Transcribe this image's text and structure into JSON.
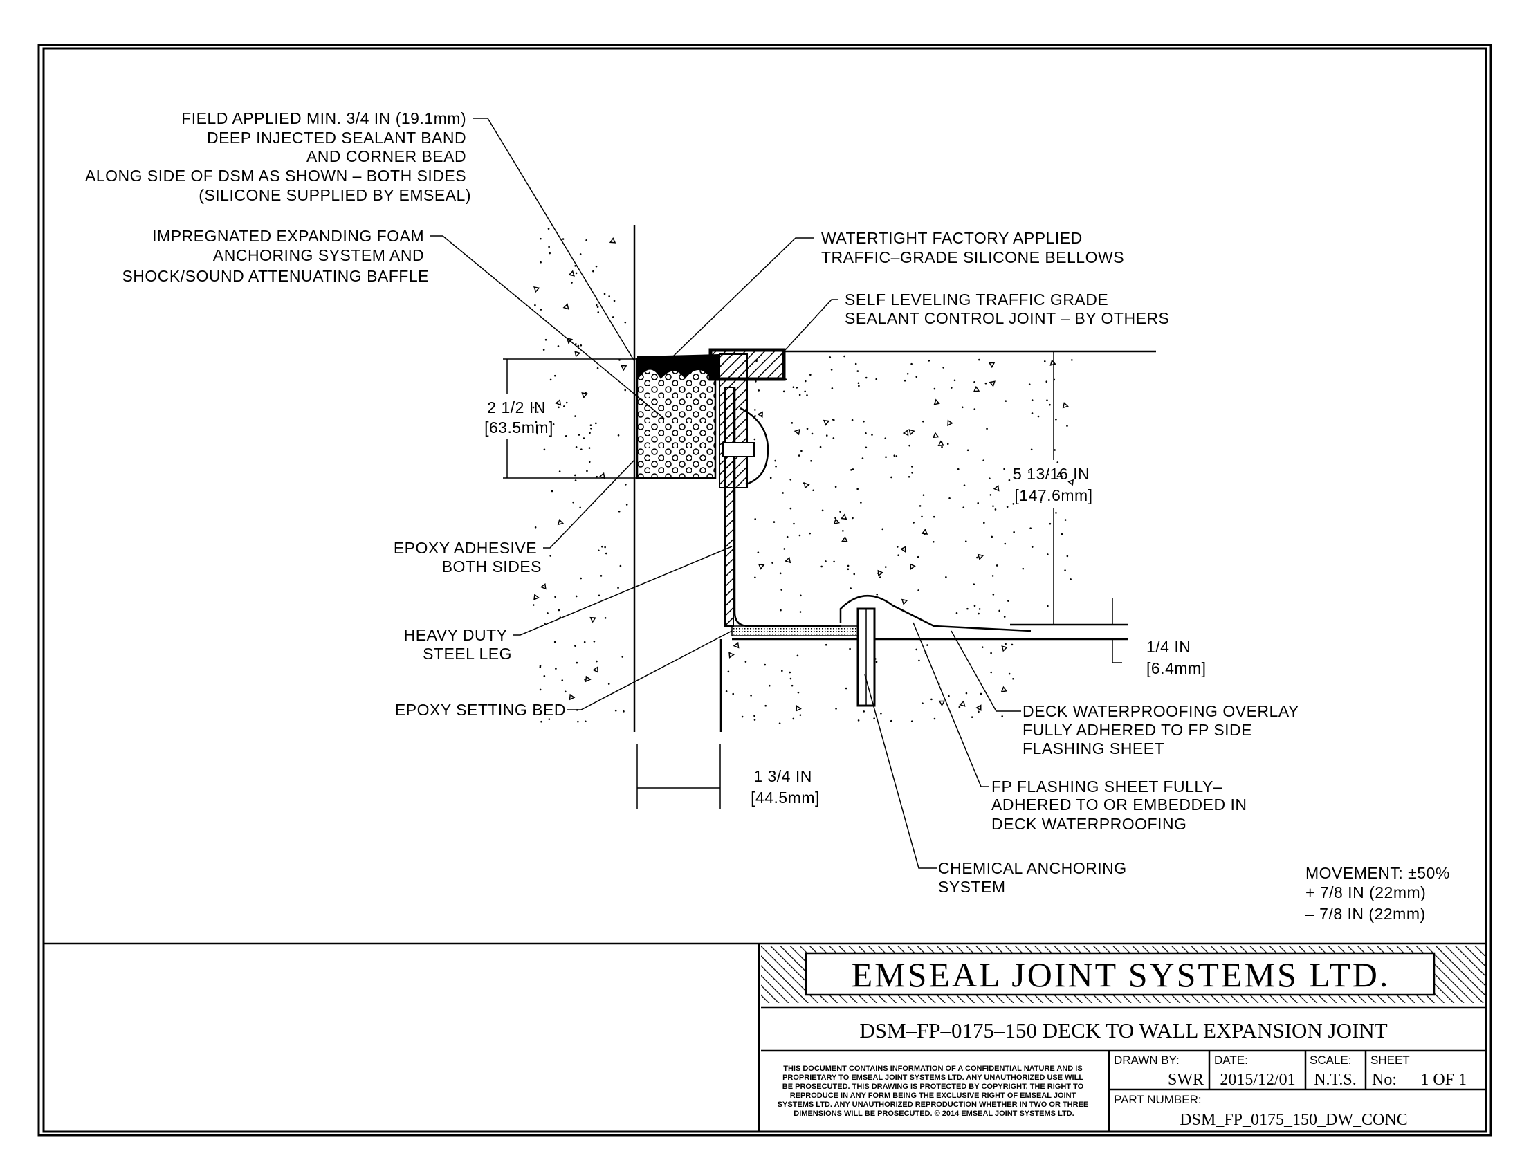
{
  "drawing": {
    "labels": {
      "sealant_band": [
        "FIELD APPLIED MIN. 3/4 IN (19.1mm)",
        "DEEP INJECTED SEALANT BAND",
        "AND CORNER BEAD",
        "ALONG SIDE OF DSM AS SHOWN – BOTH SIDES",
        "(SILICONE SUPPLIED BY EMSEAL)"
      ],
      "foam": [
        "IMPREGNATED EXPANDING FOAM",
        "ANCHORING SYSTEM AND",
        "SHOCK/SOUND ATTENUATING BAFFLE"
      ],
      "bellows": [
        "WATERTIGHT FACTORY APPLIED",
        "TRAFFIC–GRADE SILICONE BELLOWS"
      ],
      "control_joint": [
        "SELF LEVELING TRAFFIC GRADE",
        "SEALANT CONTROL JOINT – BY OTHERS"
      ],
      "epoxy_adhesive": [
        "EPOXY ADHESIVE",
        "BOTH SIDES"
      ],
      "steel_leg": [
        "HEAVY DUTY",
        "STEEL LEG"
      ],
      "setting_bed": [
        "EPOXY SETTING BED"
      ],
      "deck_overlay": [
        "DECK WATERPROOFING OVERLAY",
        "FULLY ADHERED TO FP SIDE",
        "FLASHING SHEET"
      ],
      "fp_flashing": [
        "FP FLASHING SHEET FULLY–",
        "ADHERED TO OR EMBEDDED IN",
        "DECK WATERPROOFING"
      ],
      "anchoring": [
        "CHEMICAL ANCHORING",
        "SYSTEM"
      ]
    },
    "dimensions": {
      "depth_foam": [
        "2 1/2 IN",
        "[63.5mm]"
      ],
      "depth_total": [
        "5 13/16 IN",
        "[147.6mm]"
      ],
      "flashing": [
        "1/4 IN",
        "[6.4mm]"
      ],
      "joint_width": [
        "1 3/4 IN",
        "[44.5mm]"
      ]
    },
    "movement": [
      "MOVEMENT: ±50%",
      "+ 7/8 IN (22mm)",
      "– 7/8 IN (22mm)"
    ]
  },
  "title_block": {
    "company": "EMSEAL JOINT SYSTEMS LTD.",
    "title": "DSM–FP–0175–150 DECK TO WALL EXPANSION JOINT",
    "legal": [
      "THIS DOCUMENT CONTAINS INFORMATION OF A CONFIDENTIAL NATURE AND IS",
      "PROPRIETARY TO EMSEAL JOINT SYSTEMS LTD. ANY UNAUTHORIZED USE WILL",
      "BE PROSECUTED. THIS DRAWING IS PROTECTED BY COPYRIGHT, THE RIGHT TO",
      "REPRODUCE IN ANY FORM BEING THE EXCLUSIVE RIGHT OF EMSEAL JOINT",
      "SYSTEMS LTD. ANY UNAUTHORIZED REPRODUCTION WHETHER IN TWO OR THREE",
      "DIMENSIONS WILL BE PROSECUTED. © 2014 EMSEAL JOINT SYSTEMS LTD."
    ],
    "drawn_by_label": "DRAWN BY:",
    "drawn_by": "SWR",
    "date_label": "DATE:",
    "date": "2015/12/01",
    "scale_label": "SCALE:",
    "scale": "N.T.S.",
    "sheet_label": "SHEET",
    "sheet_no_label": "No:",
    "sheet": "1 OF 1",
    "part_number_label": "PART NUMBER:",
    "part_number": "DSM_FP_0175_150_DW_CONC"
  }
}
